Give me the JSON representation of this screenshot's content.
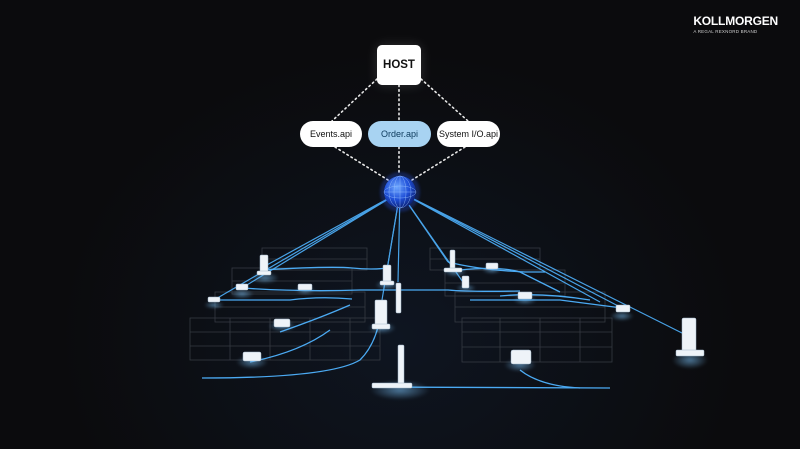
{
  "brand": {
    "name": "KOLLMORGEN",
    "tagline": "A REGAL REXNORD BRAND"
  },
  "host": {
    "label": "HOST"
  },
  "apis": [
    {
      "label": "Events.api"
    },
    {
      "label": "Order.api"
    },
    {
      "label": "System I/O.api"
    }
  ],
  "colors": {
    "background": "#0b0b0d",
    "network_line": "#4fb3ff",
    "hub": "#1f4fd8",
    "order_pill": "#a8d3f2"
  },
  "icons": {
    "hub": "network-globe-icon",
    "vehicles": "agv-robot-icon"
  }
}
